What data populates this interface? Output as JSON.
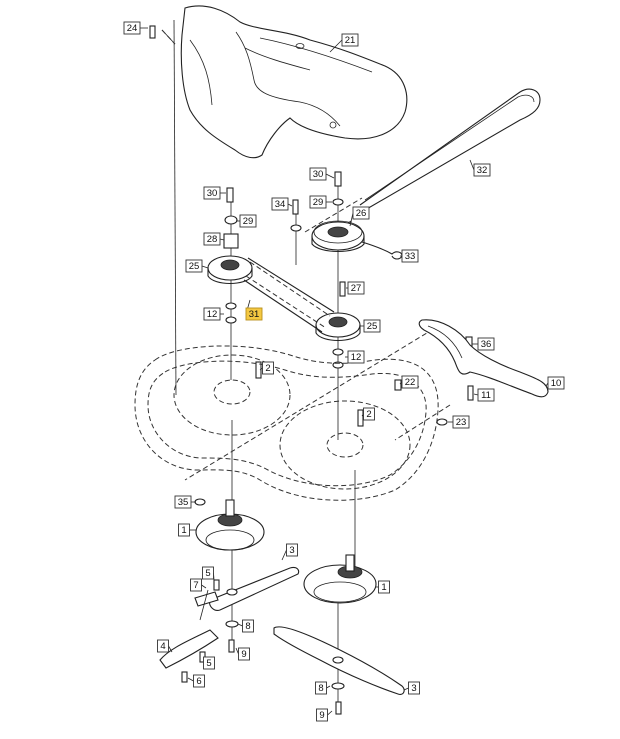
{
  "diagram": {
    "callouts": [
      {
        "id": "c24a",
        "label": "24"
      },
      {
        "id": "c21",
        "label": "21"
      },
      {
        "id": "c32",
        "label": "32"
      },
      {
        "id": "c30a",
        "label": "30"
      },
      {
        "id": "c30b",
        "label": "30"
      },
      {
        "id": "c29a",
        "label": "29"
      },
      {
        "id": "c29b",
        "label": "29"
      },
      {
        "id": "c34",
        "label": "34"
      },
      {
        "id": "c26",
        "label": "26"
      },
      {
        "id": "c28",
        "label": "28"
      },
      {
        "id": "c33",
        "label": "33"
      },
      {
        "id": "c25a",
        "label": "25"
      },
      {
        "id": "c27",
        "label": "27"
      },
      {
        "id": "c12a",
        "label": "12"
      },
      {
        "id": "c31",
        "label": "31",
        "highlight": true
      },
      {
        "id": "c25b",
        "label": "25"
      },
      {
        "id": "c36",
        "label": "36"
      },
      {
        "id": "c12b",
        "label": "12"
      },
      {
        "id": "c2a",
        "label": "2"
      },
      {
        "id": "c22",
        "label": "22"
      },
      {
        "id": "c10",
        "label": "10"
      },
      {
        "id": "c11",
        "label": "11"
      },
      {
        "id": "c2b",
        "label": "2"
      },
      {
        "id": "c23",
        "label": "23"
      },
      {
        "id": "c35",
        "label": "35"
      },
      {
        "id": "c1a",
        "label": "1"
      },
      {
        "id": "c3a",
        "label": "3"
      },
      {
        "id": "c5a",
        "label": "5"
      },
      {
        "id": "c7",
        "label": "7"
      },
      {
        "id": "c1b",
        "label": "1"
      },
      {
        "id": "c8a",
        "label": "8"
      },
      {
        "id": "c4",
        "label": "4"
      },
      {
        "id": "c5b",
        "label": "5"
      },
      {
        "id": "c9a",
        "label": "9"
      },
      {
        "id": "c6",
        "label": "6"
      },
      {
        "id": "c8b",
        "label": "8"
      },
      {
        "id": "c3b",
        "label": "3"
      },
      {
        "id": "c9b",
        "label": "9"
      }
    ]
  },
  "colors": {
    "line": "#222222",
    "highlight": "#f4c842"
  }
}
